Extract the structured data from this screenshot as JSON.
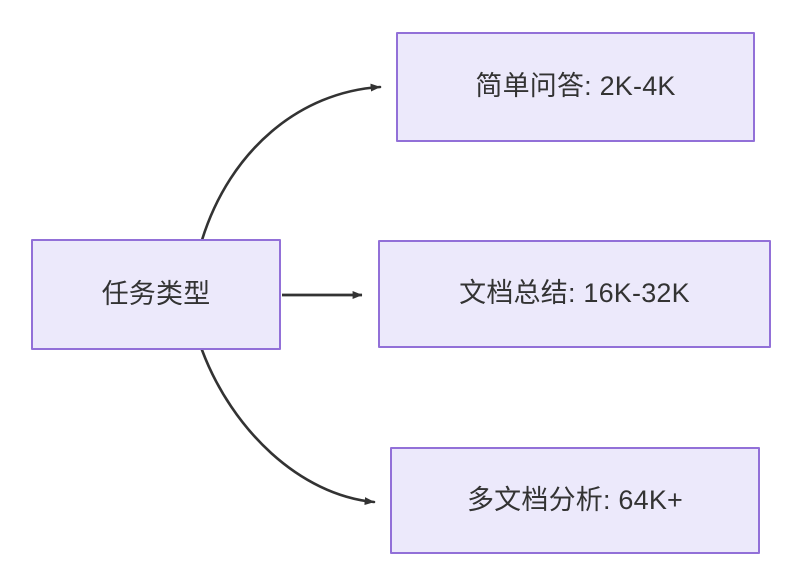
{
  "diagram": {
    "type": "flowchart",
    "direction": "left-to-right",
    "background_color": "#ffffff",
    "node_fill_color": "#ece9fb",
    "node_border_color": "#9270d8",
    "text_color": "#333333",
    "edge_color": "#333333",
    "root": {
      "id": "root",
      "label": "任务类型"
    },
    "branches": [
      {
        "id": "simple-qa",
        "label": "简单问答: 2K-4K",
        "task": "简单问答",
        "range": "2K-4K",
        "edge_style": "curved-up",
        "arrowhead": "solid-triangle"
      },
      {
        "id": "doc-summary",
        "label": "文档总结: 16K-32K",
        "task": "文档总结",
        "range": "16K-32K",
        "edge_style": "straight",
        "arrowhead": "solid-triangle"
      },
      {
        "id": "multi-doc",
        "label": "多文档分析: 64K+",
        "task": "多文档分析",
        "range": "64K+",
        "edge_style": "curved-down",
        "arrowhead": "solid-triangle"
      }
    ]
  }
}
